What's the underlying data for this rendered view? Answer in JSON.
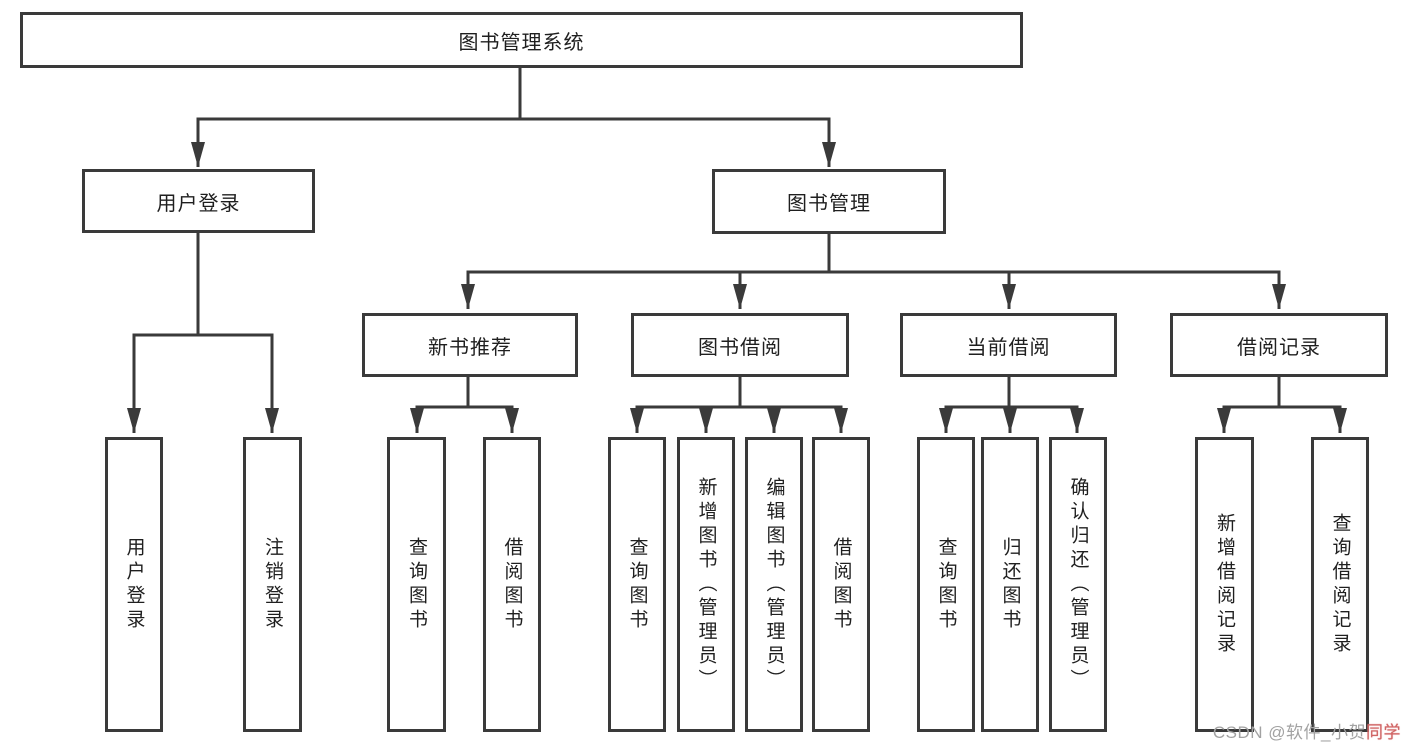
{
  "diagram": {
    "kind": "functional-structure-tree",
    "line_color": "#3a3a3a",
    "box_background": "#ffffff",
    "text_color": "#1f1f1f"
  },
  "tree": {
    "root": {
      "label": "图书管理系统",
      "children": [
        {
          "label": "用户登录",
          "children": [
            {
              "label": "用户登录"
            },
            {
              "label": "注销登录"
            }
          ]
        },
        {
          "label": "图书管理",
          "children": [
            {
              "label": "新书推荐",
              "children": [
                {
                  "label": "查询图书"
                },
                {
                  "label": "借阅图书"
                }
              ]
            },
            {
              "label": "图书借阅",
              "children": [
                {
                  "label": "查询图书"
                },
                {
                  "label": "新增图书（管理员）"
                },
                {
                  "label": "编辑图书（管理员）"
                },
                {
                  "label": "借阅图书"
                }
              ]
            },
            {
              "label": "当前借阅",
              "children": [
                {
                  "label": "查询图书"
                },
                {
                  "label": "归还图书"
                },
                {
                  "label": "确认归还（管理员）"
                }
              ]
            },
            {
              "label": "借阅记录",
              "children": [
                {
                  "label": "新增借阅记录"
                },
                {
                  "label": "查询借阅记录"
                }
              ]
            }
          ]
        }
      ]
    }
  },
  "watermark": {
    "prefix": "CSDN @软件_小贺",
    "suffix": "同学"
  }
}
